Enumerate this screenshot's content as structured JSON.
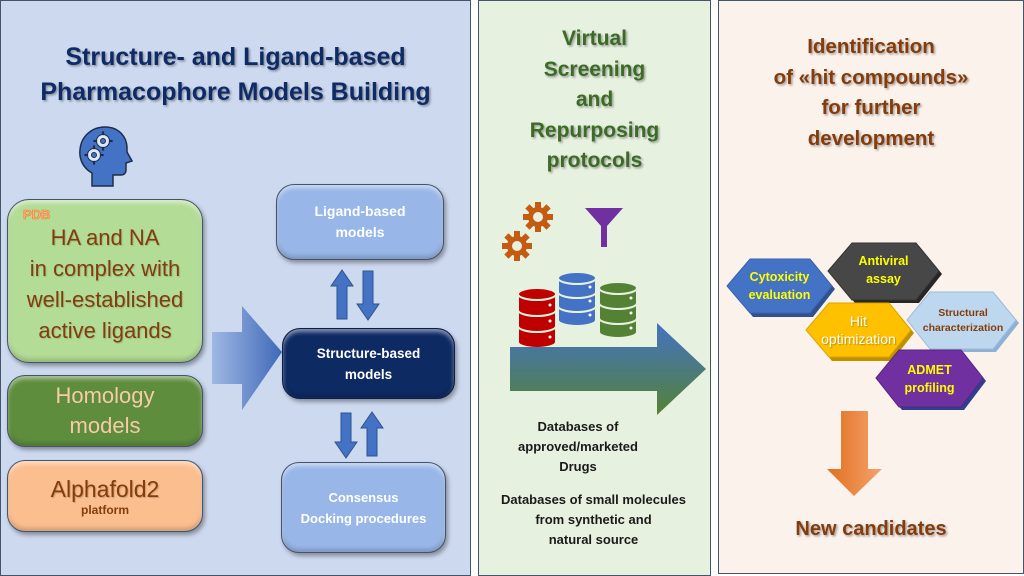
{
  "left_panel": {
    "title": "Structure- and Ligand-based\nPharmacophore Models Building",
    "head_icon": "head-with-gears-icon",
    "sources": [
      {
        "badge": "PDB",
        "text": "HA and NA\nin complex with\nwell-established\nactive ligands"
      },
      {
        "text": "Homology\nmodels"
      },
      {
        "text": "Alphafold2",
        "sub": "platform"
      }
    ],
    "models": {
      "ligand": "Ligand-based\nmodels",
      "structure": "Structure-based\nmodels",
      "consensus": "Consensus\nDocking procedures"
    },
    "colors": {
      "background": "#cdd9ef",
      "title": "#0f2b66",
      "arrow": "#4472c4"
    }
  },
  "middle_panel": {
    "title": "Virtual\nScreening\nand\nRepurposing\nprotocols",
    "icons": [
      "gears-icon",
      "funnel-icon",
      "database-red-icon",
      "database-blue-icon",
      "database-green-icon"
    ],
    "database_notes": [
      "Databases of\napproved/marketed\nDrugs",
      "Databases of  small molecules\nfrom synthetic and\nnatural source"
    ],
    "colors": {
      "background": "#e7f1e0",
      "title": "#3b6b26"
    }
  },
  "right_panel": {
    "title": "Identification\nof «hit compounds»\nfor further\ndevelopment",
    "steps": [
      {
        "label": "Cytoxicity\nevaluation",
        "color": "#4472c4",
        "text_color": "#ffff00"
      },
      {
        "label": "Antiviral\nassay",
        "color": "#474747",
        "text_color": "#ffff00"
      },
      {
        "label": "Hit\noptimization",
        "color": "#ffc000",
        "text_color": "#ffffff"
      },
      {
        "label": "Structural\ncharacterization",
        "color": "#bdd7ee",
        "text_color": "#843c0c"
      },
      {
        "label": "ADMET\nprofiling",
        "color": "#7030a0",
        "text_color": "#ffff00"
      }
    ],
    "result": "New candidates",
    "colors": {
      "background": "#fbf2ec",
      "title": "#843c0c",
      "arrow": "#ed7d31"
    }
  }
}
